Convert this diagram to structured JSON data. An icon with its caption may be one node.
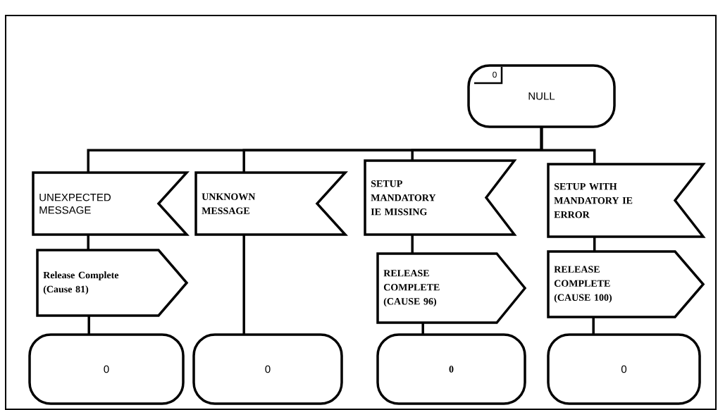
{
  "diagram": {
    "nodes": [
      {
        "text": [
          "0",
          "NULL"
        ]
      },
      {
        "text": [
          "UNEXPECTED MESSAGE"
        ]
      },
      {
        "text": [
          "UNKNOWN MESSAGE"
        ]
      },
      {
        "text": [
          "SETUP MANDATORY IE MISSING"
        ]
      },
      {
        "text": [
          "SETUP WITH MANDATORY IE ERROR"
        ]
      },
      {
        "text": [
          "Release Complete (Cause 81)"
        ]
      },
      {
        "text": [
          "RELEASE COMPLETE (CAUSE 96)"
        ]
      },
      {
        "text": [
          "RELEASE COMPLETE (CAUSE 100)"
        ]
      },
      {
        "text": [
          "0"
        ]
      },
      {
        "text": [
          "0"
        ]
      },
      {
        "text": [
          "0"
        ]
      },
      {
        "text": [
          "0"
        ]
      }
    ],
    "edges": [
      {
        "from": 0,
        "to": 1,
        "arrow": "none"
      },
      {
        "from": 0,
        "to": 2,
        "arrow": "none"
      },
      {
        "from": 0,
        "to": 3,
        "arrow": "none"
      },
      {
        "from": 0,
        "to": 4,
        "arrow": "none"
      },
      {
        "from": 1,
        "to": 5,
        "arrow": "none"
      },
      {
        "from": 5,
        "to": 8,
        "arrow": "none"
      },
      {
        "from": 2,
        "to": 9,
        "arrow": "none"
      },
      {
        "from": 3,
        "to": 6,
        "arrow": "none"
      },
      {
        "from": 6,
        "to": 10,
        "arrow": "none"
      },
      {
        "from": 4,
        "to": 7,
        "arrow": "none"
      },
      {
        "from": 7,
        "to": 11,
        "arrow": "none"
      }
    ]
  }
}
